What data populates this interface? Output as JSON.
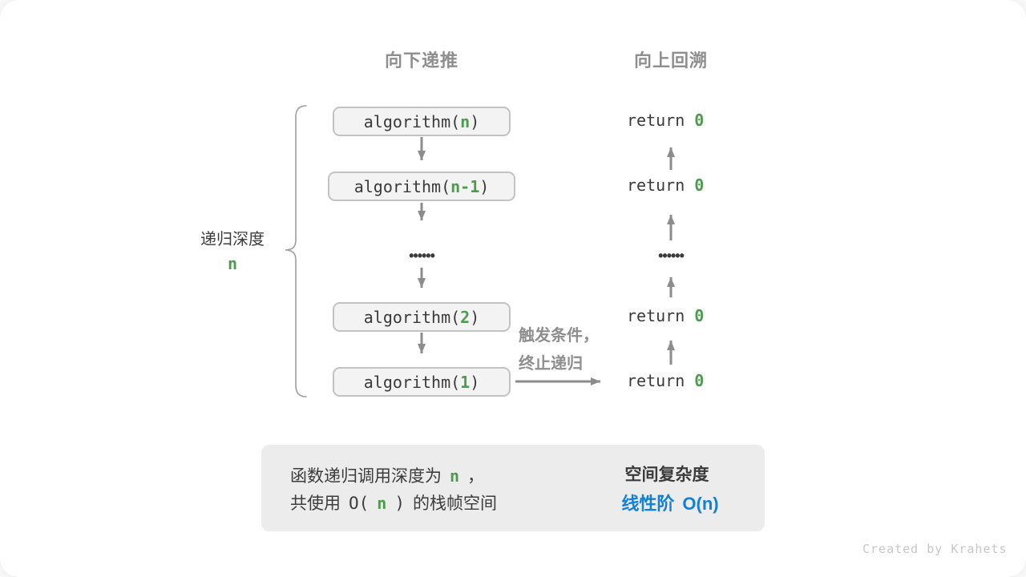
{
  "colors": {
    "highlight_green": "#4e9b50",
    "result_blue": "#1380d4",
    "label_gray": "#8e8e8e",
    "code_dark": "#3a3a3a",
    "arrow_gray": "#8c8c8c",
    "box_fill": "#f3f3f3",
    "box_border": "#c2c2c2",
    "summary_bg": "#ececec"
  },
  "headers": {
    "recurse_down": "向下递推",
    "backtrack_up": "向上回溯"
  },
  "depth_label": {
    "title": "递归深度",
    "value": "n"
  },
  "call_stack": {
    "boxes": [
      {
        "pre": "algorithm(",
        "hl": "n",
        "post": ")"
      },
      {
        "pre": "algorithm(",
        "hl": "n-1",
        "post": ")"
      },
      {
        "pre": "algorithm(",
        "hl": "2",
        "post": ")"
      },
      {
        "pre": "algorithm(",
        "hl": "1",
        "post": ")"
      }
    ],
    "ellipsis": "••••••",
    "returns": [
      {
        "pre": "return",
        "hl": "0"
      },
      {
        "pre": "return",
        "hl": "0"
      },
      {
        "pre": "return",
        "hl": "0"
      },
      {
        "pre": "return",
        "hl": "0"
      }
    ],
    "base_case_note": {
      "line1": "触发条件，",
      "line2": "终止递归"
    }
  },
  "summary": {
    "line1": {
      "pre": "函数递归调用深度为",
      "hl": "n",
      "post": "，"
    },
    "line2": {
      "pre": "共使用",
      "code_open": "O(",
      "hl": "n",
      "code_close": ")",
      "post": "的栈帧空间"
    },
    "title": "空间复杂度",
    "result_pre": "线性阶",
    "result_code": "O(n)"
  },
  "watermark": "Created by Krahets"
}
